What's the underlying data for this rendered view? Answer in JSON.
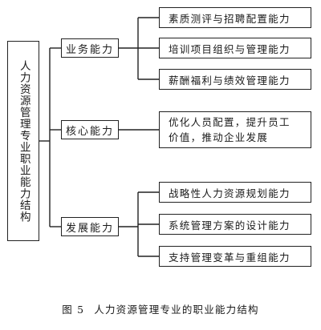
{
  "diagram": {
    "root": {
      "label": "人力资源管理专业职业能力结构"
    },
    "branches": [
      {
        "label": "业务能力",
        "items": [
          "素质测评与招聘配置能力",
          "培训项目组织与管理能力",
          "薪酬福利与绩效管理能力"
        ]
      },
      {
        "label": "核心能力",
        "items": [
          "优化人员配置，提升员工",
          "价值，推动企业发展"
        ]
      },
      {
        "label": "发展能力",
        "items": [
          "战略性人力资源规划能力",
          "系统管理方案的设计能力",
          "支持管理变革与重组能力"
        ]
      }
    ]
  },
  "caption": {
    "figure": "图 5",
    "text": "人力资源管理专业的职业能力结构"
  }
}
